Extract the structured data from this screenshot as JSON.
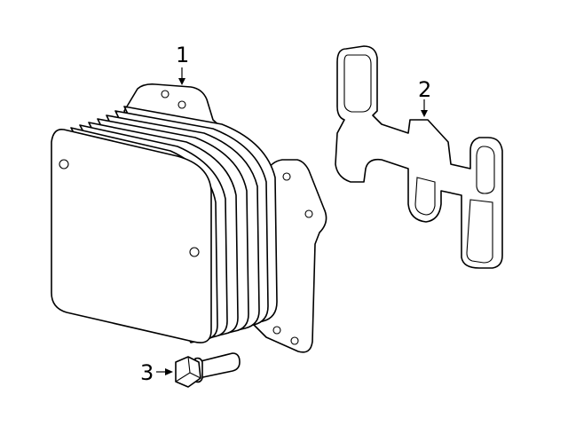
{
  "diagram": {
    "callouts": [
      {
        "number": "1",
        "part": "oil-cooler"
      },
      {
        "number": "2",
        "part": "gasket"
      },
      {
        "number": "3",
        "part": "bolt"
      }
    ],
    "colors": {
      "line": "#000000",
      "background": "#ffffff"
    }
  }
}
